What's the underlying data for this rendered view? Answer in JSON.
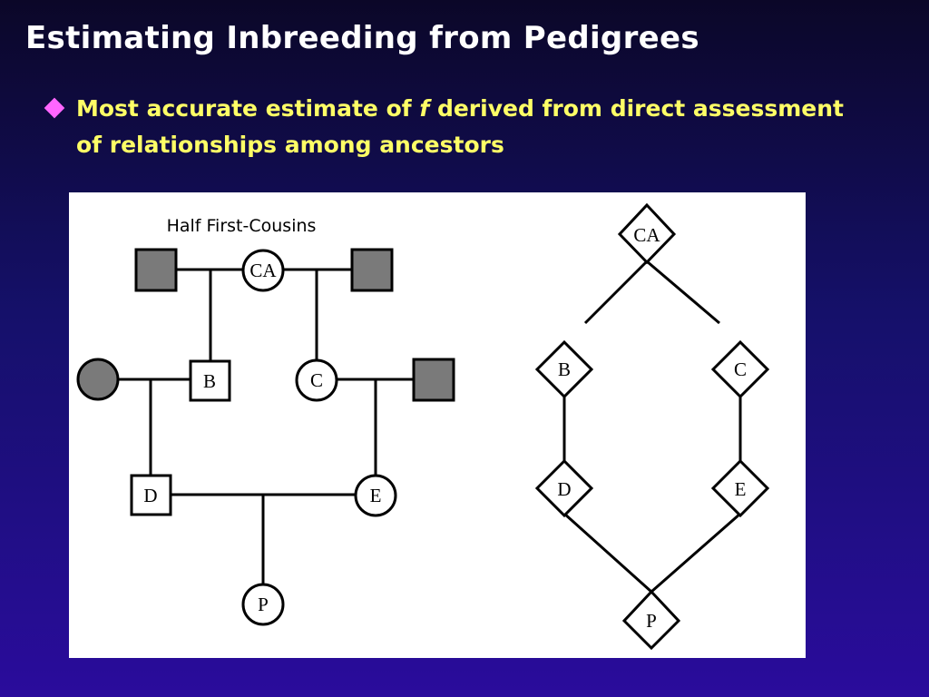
{
  "slide": {
    "title": "Estimating Inbreeding from Pedigrees",
    "bullet_pre": "Most accurate estimate of ",
    "bullet_var": "f",
    "bullet_post": " derived from direct assessment of relationships among ancestors"
  },
  "pedigree": {
    "caption": "Half First-Cousins",
    "nodes": {
      "ca": "CA",
      "b": "B",
      "c": "C",
      "d": "D",
      "e": "E",
      "p": "P"
    }
  },
  "path_diagram": {
    "nodes": {
      "ca": "CA",
      "b": "B",
      "c": "C",
      "d": "D",
      "e": "E",
      "p": "P"
    }
  },
  "colors": {
    "bullet_text": "#ffff66",
    "bullet_icon": "#ff66ff",
    "founder_fill": "#7a7a7a"
  }
}
